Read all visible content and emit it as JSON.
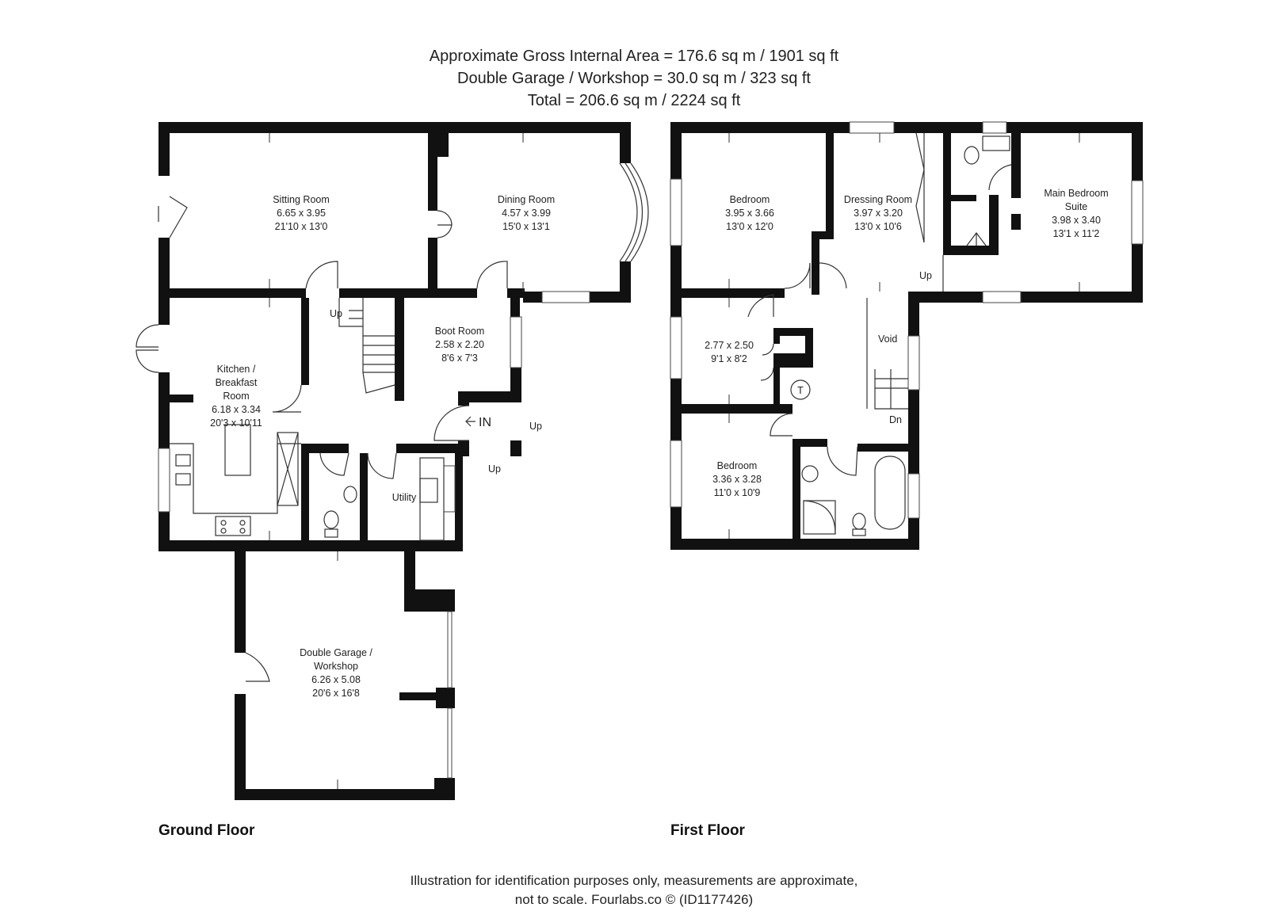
{
  "header": {
    "line1": "Approximate Gross Internal Area = 176.6 sq m / 1901 sq ft",
    "line2": "Double Garage / Workshop = 30.0 sq m / 323 sq ft",
    "line3": "Total = 206.6 sq m / 2224 sq ft"
  },
  "ground_floor": {
    "label": "Ground Floor",
    "rooms": {
      "sitting": [
        "Sitting Room",
        "6.65 x 3.95",
        "21'10 x 13'0"
      ],
      "dining": [
        "Dining Room",
        "4.57 x 3.99",
        "15'0 x 13'1"
      ],
      "boot": [
        "Boot Room",
        "2.58 x 2.20",
        "8'6 x 7'3"
      ],
      "kitchen": [
        "Kitchen /",
        "Breakfast",
        "Room",
        "6.18 x 3.34",
        "20'3 x 10'11"
      ],
      "utility": [
        "Utility"
      ],
      "garage": [
        "Double Garage /",
        "Workshop",
        "6.26 x 5.08",
        "20'6 x 16'8"
      ]
    },
    "marks": {
      "up_stairs": "Up",
      "in": "IN",
      "up_door1": "Up",
      "up_door2": "Up"
    }
  },
  "first_floor": {
    "label": "First Floor",
    "rooms": {
      "bedroom1": [
        "Bedroom",
        "3.95 x 3.66",
        "13'0 x 12'0"
      ],
      "dressing": [
        "Dressing Room",
        "3.97 x 3.20",
        "13'0 x 10'6"
      ],
      "main": [
        "Main Bedroom",
        "Suite",
        "3.98 x 3.40",
        "13'1 x 11'2"
      ],
      "bedroom_small": [
        "2.77 x 2.50",
        "9'1 x 8'2"
      ],
      "bedroom2": [
        "Bedroom",
        "3.36 x 3.28",
        "11'0 x 10'9"
      ]
    },
    "marks": {
      "void": "Void",
      "dn": "Dn",
      "up": "Up",
      "tank": "T"
    }
  },
  "footer": {
    "line1": "Illustration for identification purposes only, measurements are approximate,",
    "line2": "not to scale. Fourlabs.co © (ID1177426)"
  }
}
